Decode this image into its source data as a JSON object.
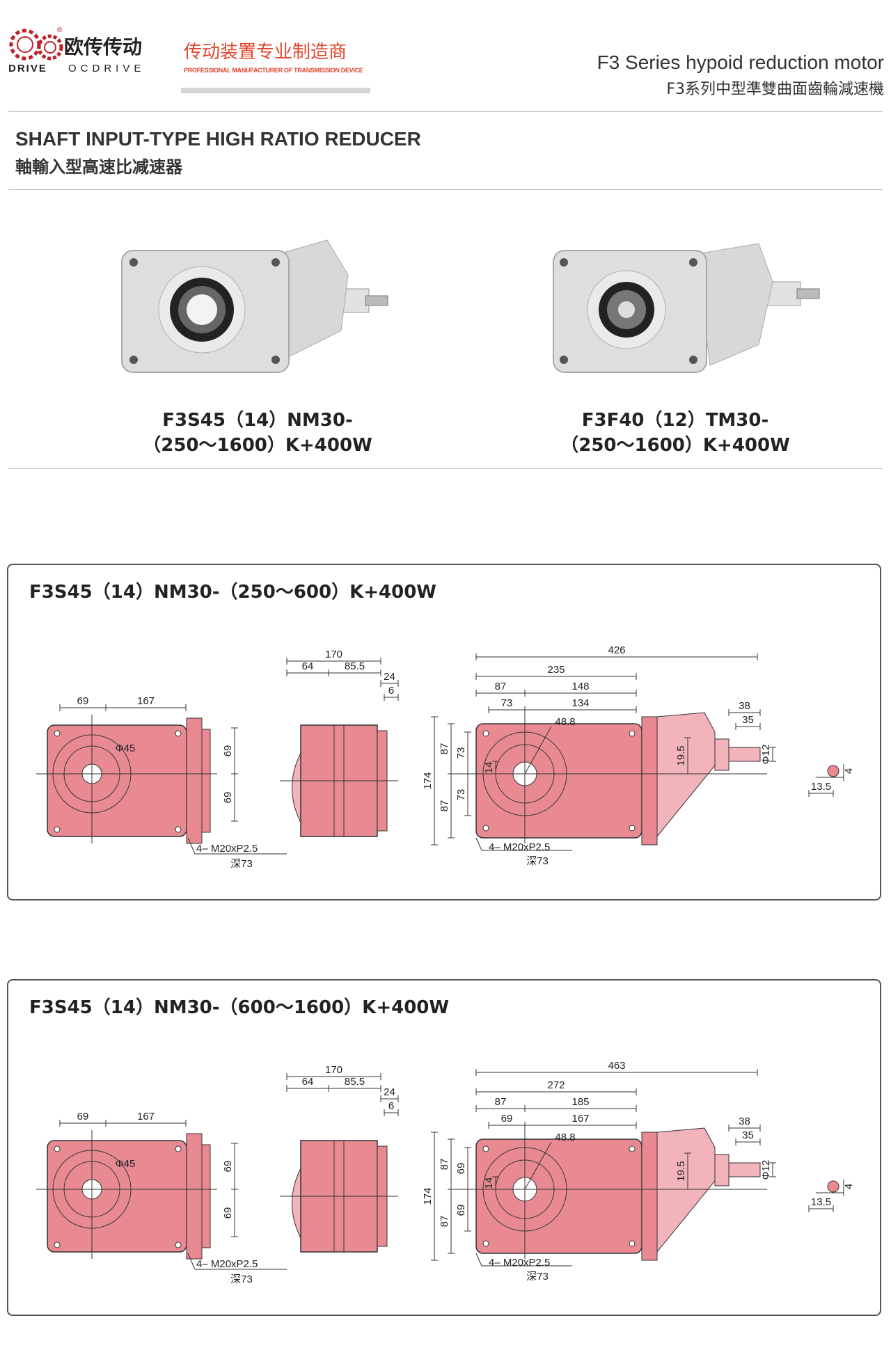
{
  "header": {
    "logo_cn": "欧传传动",
    "logo_en": "OCDRIVE",
    "logo_drive": "DRIVE",
    "logo_reg": "®",
    "tagline_cn": "传动装置专业制造商",
    "tagline_en": "PROFESSIONAL MANUFACTURER OF TRANSMISSION DEVICE",
    "series_en": "F3 Series hypoid reduction motor",
    "series_cn": "F3系列中型準雙曲面齒輪減速機"
  },
  "section": {
    "title_en": "SHAFT INPUT-TYPE HIGH RATIO REDUCER",
    "title_cn": "軸輸入型高速比减速器"
  },
  "products": [
    {
      "line1": "F3S45（14）NM30-",
      "line2": "（250～1600）K+400W"
    },
    {
      "line1": "F3F40（12）TM30-",
      "line2": "（250～1600）K+400W"
    }
  ],
  "drawings": [
    {
      "title": "F3S45（14）NM30-（250～600）K+400W",
      "front": {
        "d1": "69",
        "d2": "167",
        "phi": "Φ45",
        "h1": "69",
        "h2": "69",
        "thread": "4– M20xP2.5",
        "depth": "深73"
      },
      "side": {
        "w": "170",
        "a": "64",
        "b": "85.5",
        "c": "24",
        "d": "6"
      },
      "top": {
        "total": "426",
        "l1": "235",
        "l2": "87",
        "l3": "148",
        "l4": "73",
        "l5": "134",
        "r": "48.8",
        "h": "174",
        "h1": "87",
        "h2": "87",
        "h3": "73",
        "h4": "73",
        "s14": "14",
        "s195": "19.5",
        "s38": "38",
        "s35": "35",
        "phi12": "Φ12",
        "thread": "4– M20xP2.5",
        "depth": "深73"
      },
      "key": {
        "k4": "4",
        "k135": "13.5"
      }
    },
    {
      "title": "F3S45（14）NM30-（600～1600）K+400W",
      "front": {
        "d1": "69",
        "d2": "167",
        "phi": "Φ45",
        "h1": "69",
        "h2": "69",
        "thread": "4– M20xP2.5",
        "depth": "深73"
      },
      "side": {
        "w": "170",
        "a": "64",
        "b": "85.5",
        "c": "24",
        "d": "6"
      },
      "top": {
        "total": "463",
        "l1": "272",
        "l2": "87",
        "l3": "185",
        "l4": "69",
        "l5": "167",
        "r": "48.8",
        "h": "174",
        "h1": "87",
        "h2": "87",
        "h3": "69",
        "h4": "69",
        "s14": "14",
        "s195": "19.5",
        "s38": "38",
        "s35": "35",
        "phi12": "Φ12",
        "thread": "4– M20xP2.5",
        "depth": "深73"
      },
      "key": {
        "k4": "4",
        "k135": "13.5"
      }
    }
  ],
  "colors": {
    "body": "#e98a93",
    "body_light": "#f3b3ba",
    "photo_grey": "#dcdcdc",
    "line": "#333333"
  }
}
